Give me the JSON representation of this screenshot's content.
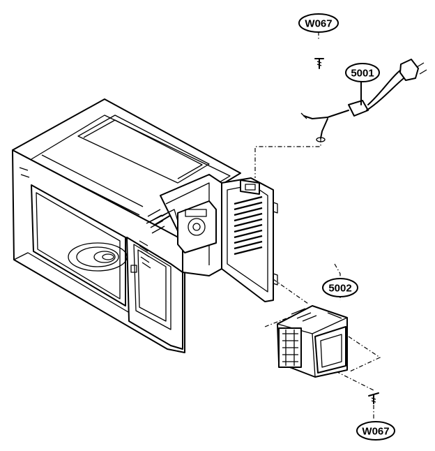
{
  "labels": {
    "w067_top": "W067",
    "power_cord": "5001",
    "magnetron": "5002",
    "w067_bottom": "W067"
  }
}
